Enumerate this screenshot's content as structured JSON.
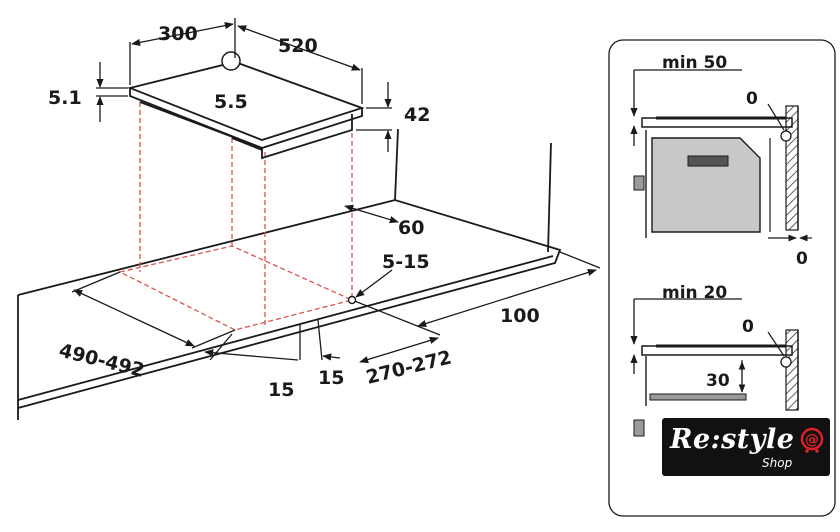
{
  "dimensions": {
    "width_300": "300",
    "depth_520": "520",
    "edge_5_1": "5.1",
    "glass_5_5": "5.5",
    "height_42": "42",
    "front_60": "60",
    "corner_5_15": "5-15",
    "side_100": "100",
    "cutout_490_492": "490-492",
    "margin_15_a": "15",
    "margin_15_b": "15",
    "cutout_270_272": "270-272"
  },
  "install_top": {
    "min_label": "min 50",
    "zero_top": "0",
    "zero_side": "0"
  },
  "install_bottom": {
    "min_label": "min 20",
    "zero_top": "0",
    "gap_30": "30"
  },
  "logo": {
    "brand": "Re:style",
    "sub": "Shop",
    "at": "@"
  },
  "colors": {
    "line": "#1a1a1a",
    "guide": "#d9534f",
    "oven_fill": "#c8c8c8",
    "logo_bg": "#111111",
    "logo_accent": "#e0202a"
  }
}
